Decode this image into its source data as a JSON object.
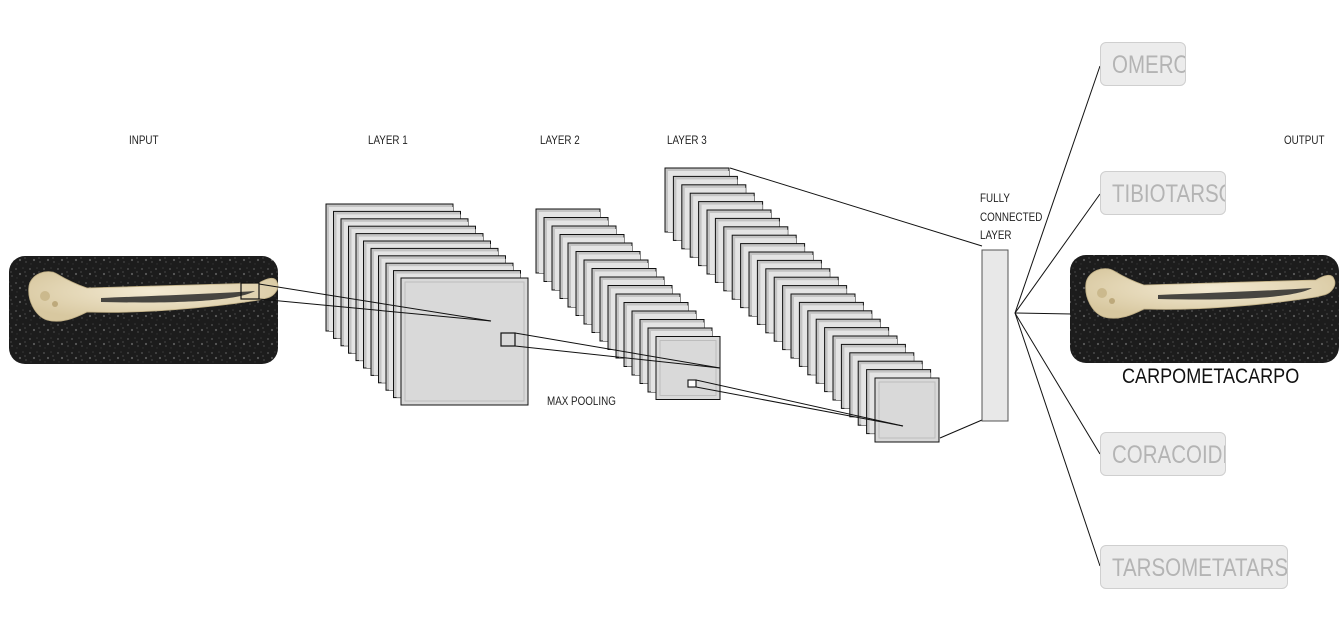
{
  "labels": {
    "input": "INPUT",
    "layer1": "LAYER 1",
    "layer2": "LAYER 2",
    "layer3": "LAYER 3",
    "output": "OUTPUT",
    "max_pooling": "MAX POOLING",
    "fully_connected": [
      "FULLY",
      "CONNECTED",
      "LAYER"
    ]
  },
  "classes": [
    {
      "name": "OMERO",
      "active": false
    },
    {
      "name": "TIBIOTARSO",
      "active": false
    },
    {
      "name": "CARPOMETACARPO",
      "active": true
    },
    {
      "name": "CORACOIDE",
      "active": false
    },
    {
      "name": "TARSOMETATARSO",
      "active": false
    }
  ],
  "colors": {
    "line": "#111111",
    "feature_map_fill": "#d9d9d9",
    "feature_map_edge": "#a0a0a0",
    "inactive_class_text": "#b4b4b4",
    "image_background": "#1a1a1a",
    "bone": "#e8dcc0"
  },
  "images": {
    "input": "bone-photo-icon",
    "output": "bone-photo-icon"
  }
}
